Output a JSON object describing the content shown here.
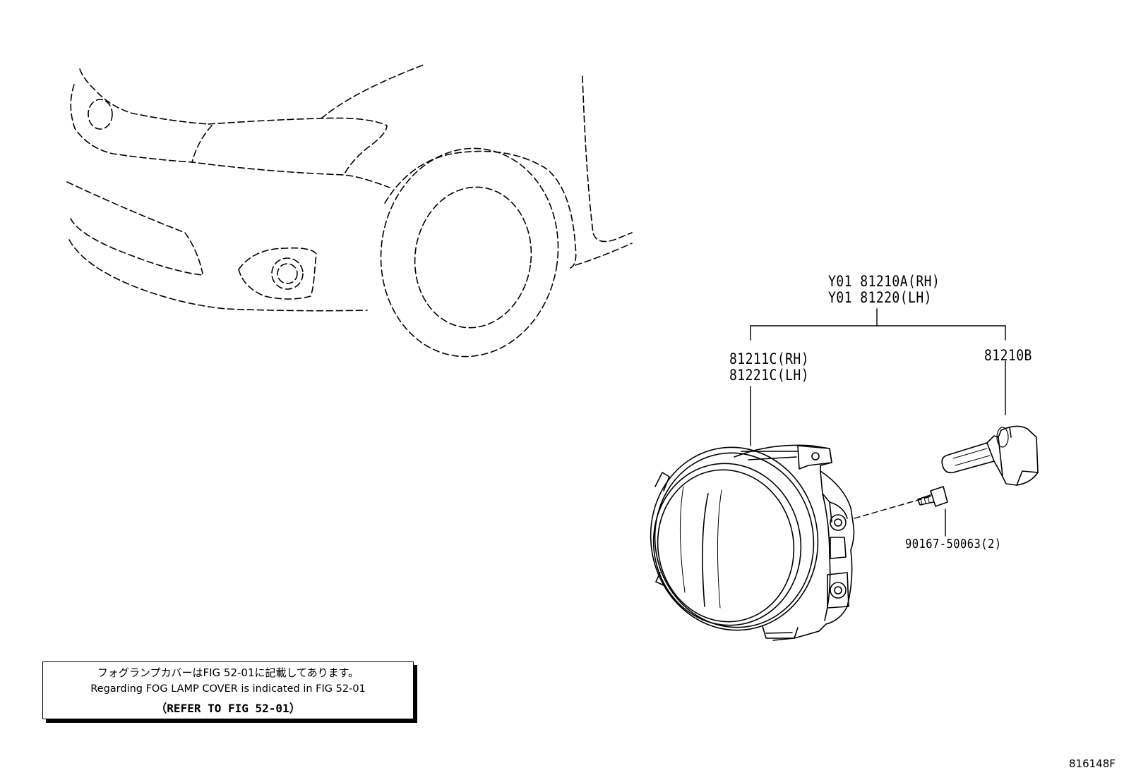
{
  "callouts": {
    "assembly_rh": "Y01 81210A(RH)",
    "assembly_lh": "Y01 81220(LH)",
    "unit_rh": "81211C(RH)",
    "unit_lh": "81221C(LH)",
    "bulb": "81210B",
    "screw": "90167-50063(2)"
  },
  "note": {
    "japanese": "フォグランプカバーはFIG 52-01に記載してあります。",
    "english": "Regarding FOG LAMP COVER is indicated in FIG 52-01",
    "refer": "（REFER TO FIG 52-01）"
  },
  "figure_id": "816148F"
}
